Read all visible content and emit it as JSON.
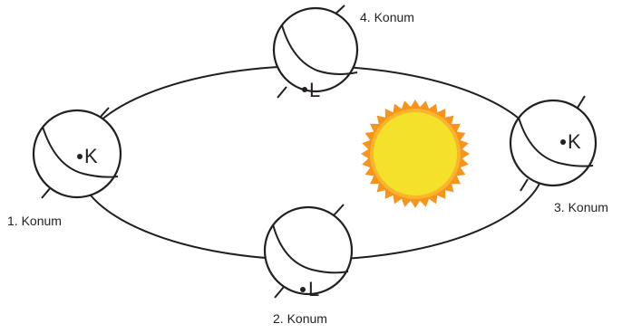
{
  "positions": [
    {
      "label": "1. Konum",
      "point": "K"
    },
    {
      "label": "2. Konum",
      "point": "L"
    },
    {
      "label": "3. Konum",
      "point": "K"
    },
    {
      "label": "4. Konum",
      "point": "L"
    }
  ],
  "colors": {
    "line": "#231f20",
    "sun_outer": "#f7941d",
    "sun_inner": "#fcb42c",
    "sun_core": "#f4e22a",
    "sun_shade": "#fdc52e"
  },
  "icons": {
    "sun": "sun-icon",
    "globe": "earth-globe-icon"
  }
}
